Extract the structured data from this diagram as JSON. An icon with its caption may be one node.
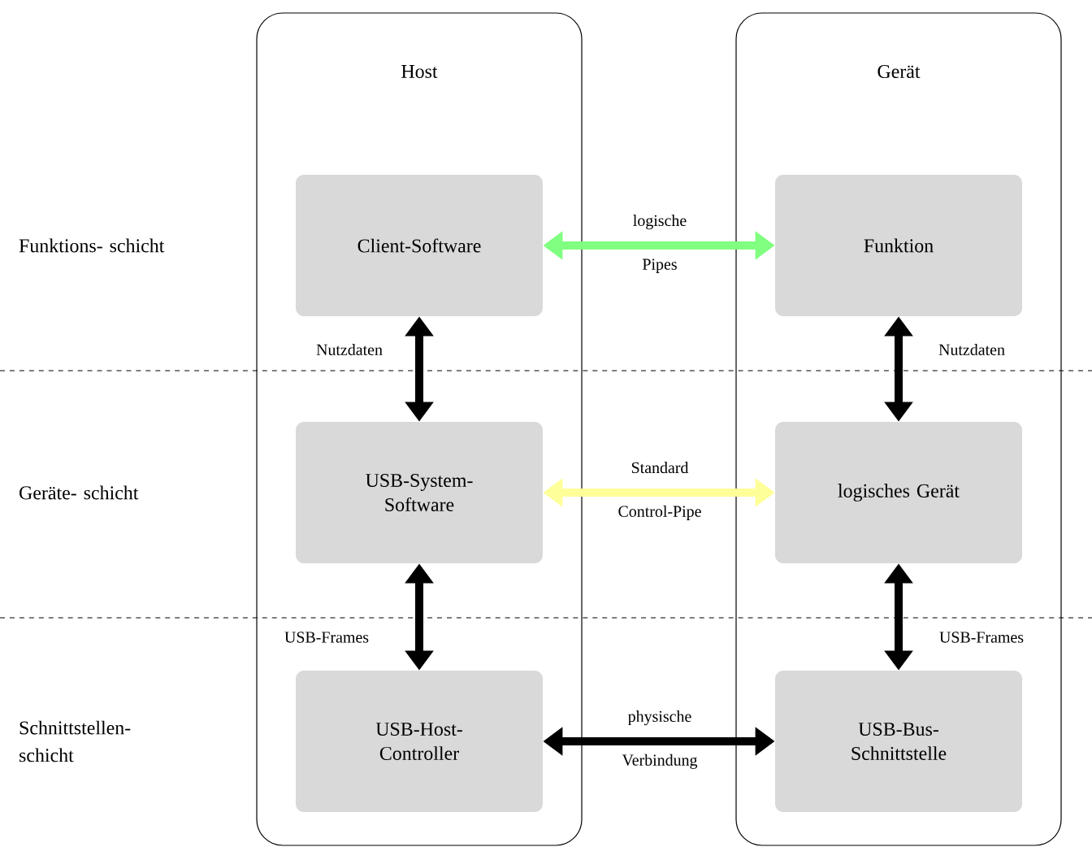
{
  "diagram": {
    "nodes": [
      {
        "text": [
          "Host"
        ]
      },
      {
        "text": [
          "Gerät"
        ]
      },
      {
        "text": [
          "Client-Software"
        ],
        "in": 0
      },
      {
        "text": [
          "Funktion"
        ],
        "in": 1
      },
      {
        "text": [
          "USB-System- Software"
        ],
        "in": 0
      },
      {
        "text": [
          "logisches Gerät"
        ],
        "in": 1
      },
      {
        "text": [
          "USB-Host- Controller"
        ],
        "in": 0
      },
      {
        "text": [
          "USB-Bus- Schnittstelle"
        ],
        "in": 1
      }
    ],
    "edges": [
      {
        "from": 2,
        "to": 3,
        "arrow": "both",
        "label": "logische Pipes",
        "color": "#80ff80"
      },
      {
        "from": 2,
        "to": 4,
        "arrow": "both",
        "label": "Nutzdaten"
      },
      {
        "from": 3,
        "to": 5,
        "arrow": "both",
        "label": "Nutzdaten"
      },
      {
        "from": 4,
        "to": 5,
        "arrow": "both",
        "label": "Standard Control-Pipe",
        "color": "#ffff99"
      },
      {
        "from": 4,
        "to": 6,
        "arrow": "both",
        "label": "USB-Frames"
      },
      {
        "from": 5,
        "to": 7,
        "arrow": "both",
        "label": "USB-Frames"
      },
      {
        "from": 6,
        "to": 7,
        "arrow": "both",
        "label": "physische Verbindung"
      }
    ],
    "labels": [
      "Funktions- schicht",
      "Geräte- schicht",
      "Schnittstellen- schicht"
    ]
  }
}
